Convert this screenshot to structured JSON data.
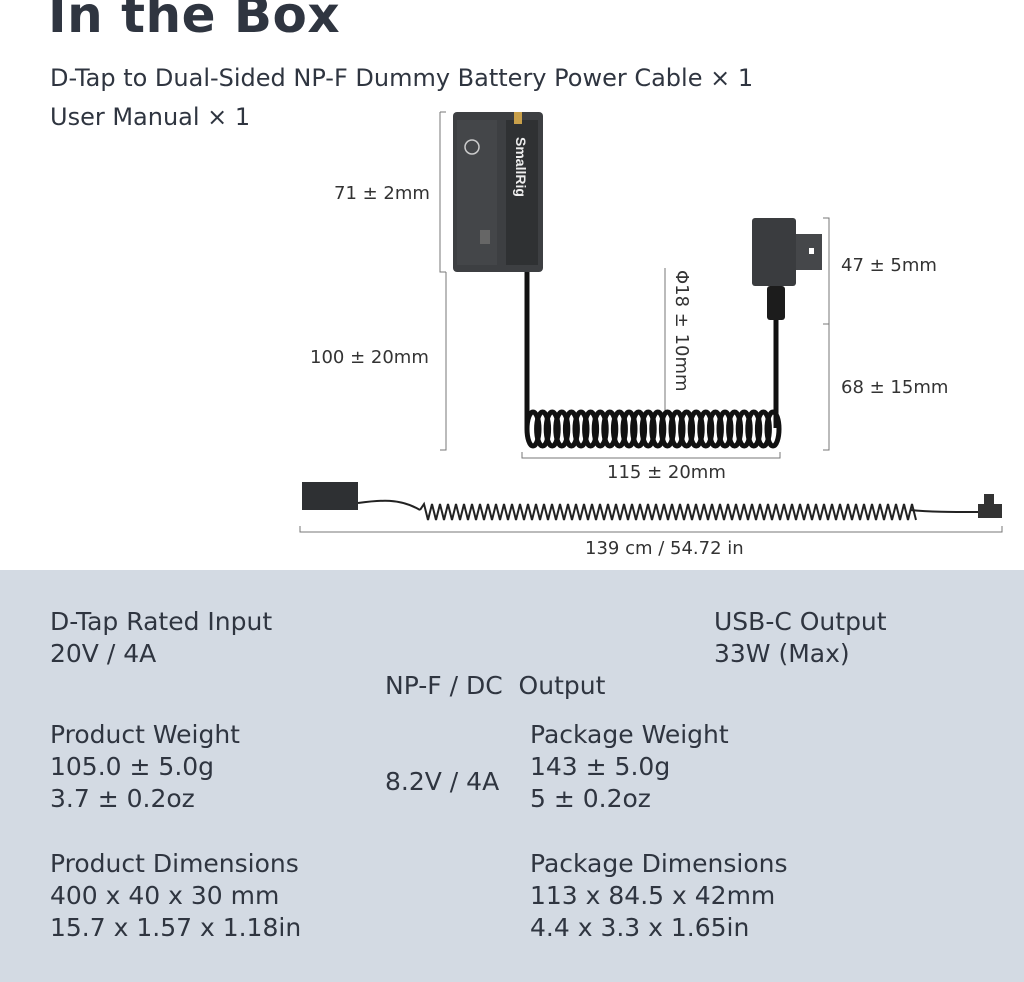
{
  "title": "In the Box",
  "box_items": [
    "D-Tap to Dual-Sided NP-F Dummy Battery Power Cable × 1",
    "User Manual × 1"
  ],
  "dimensions": {
    "battery_height": "71 ± 2mm",
    "cable_drop": "100 ± 20mm",
    "coil_diameter": "Φ18 ± 10mm",
    "dtap_height": "47 ± 5mm",
    "dtap_cable": "68 ± 15mm",
    "coil_length": "115 ± 20mm",
    "total_length": "139 cm / 54.72 in"
  },
  "brand_logo": "SmallRig",
  "specs": [
    {
      "label": "D-Tap Rated Input",
      "values": [
        "20V / 4A"
      ]
    },
    {
      "label": "NP-F / DC  Output",
      "values": [
        "8.2V / 4A"
      ]
    },
    {
      "label": "USB-C Output",
      "values": [
        "33W (Max)"
      ]
    },
    {
      "label": "Product Weight",
      "values": [
        "105.0 ± 5.0g",
        "3.7 ± 0.2oz"
      ]
    },
    {
      "label": "Package Weight",
      "values": [
        "143 ± 5.0g",
        "5 ± 0.2oz"
      ]
    },
    {
      "label": "Product Dimensions",
      "values": [
        "400 x 40 x 30 mm",
        "15.7 x 1.57 x 1.18in"
      ]
    },
    {
      "label": "Package Dimensions",
      "values": [
        "113 x 84.5 x 42mm",
        "4.4 x 3.3 x 1.65in"
      ]
    }
  ],
  "colors": {
    "panel": "#d3dae3",
    "text": "#2f3540"
  }
}
